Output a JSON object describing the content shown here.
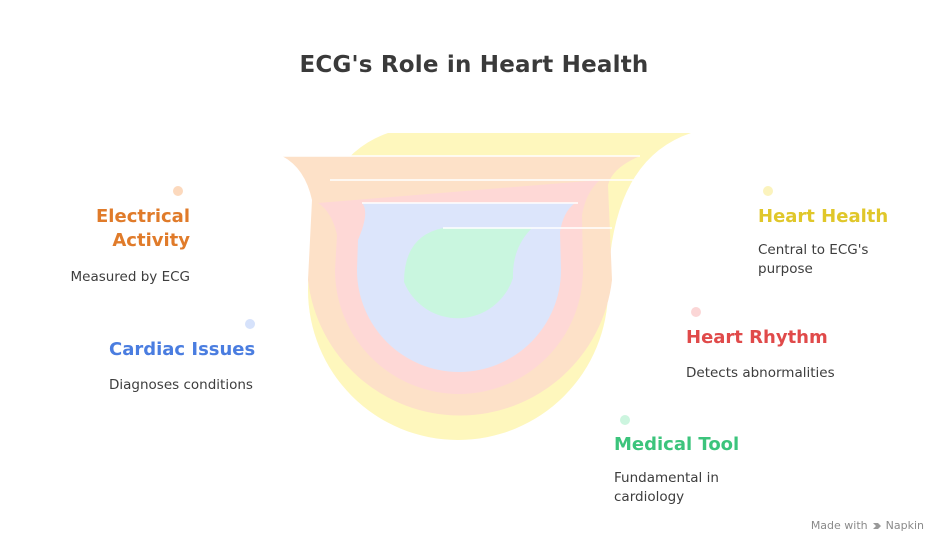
{
  "title": "ECG's Role in Heart Health",
  "items": {
    "electrical_activity": {
      "label": "Electrical\nActivity",
      "desc": "Measured by ECG",
      "color": "#e07b2a",
      "dot": "#fcd9bd"
    },
    "cardiac_issues": {
      "label": "Cardiac Issues",
      "desc": "Diagnoses conditions",
      "color": "#4a7de0",
      "dot": "#d6e2fb"
    },
    "heart_health": {
      "label": "Heart Health",
      "desc": "Central to ECG's\npurpose",
      "color": "#e0c72a",
      "dot": "#fbf3bd"
    },
    "heart_rhythm": {
      "label": "Heart Rhythm",
      "desc": "Detects abnormalities",
      "color": "#e04a4a",
      "dot": "#fbd6d6"
    },
    "medical_tool": {
      "label": "Medical Tool",
      "desc": "Fundamental in\ncardiology",
      "color": "#3cc47c",
      "dot": "#ccf5df"
    }
  },
  "footer": {
    "made_with": "Made with",
    "brand": "Napkin"
  }
}
